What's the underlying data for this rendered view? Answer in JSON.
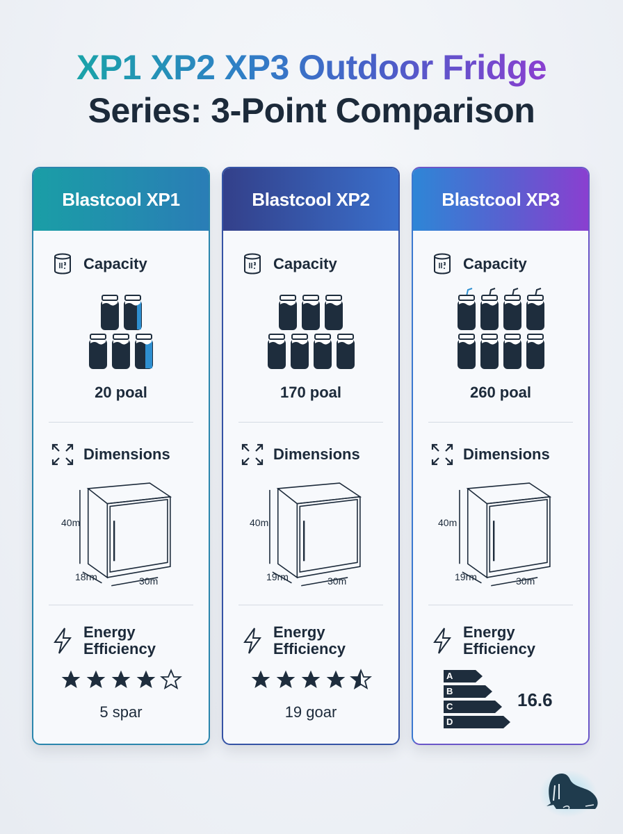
{
  "title": {
    "line1": "XP1 XP2 XP3 Outdoor Fridge",
    "line2": "Series: 3-Point Comparison"
  },
  "colors": {
    "text_dark": "#1c2a3a",
    "xp1_header": [
      "#1a9ea6",
      "#2a7db6"
    ],
    "xp2_header": [
      "#33408a",
      "#3a6fcb"
    ],
    "xp3_header": [
      "#2e86d6",
      "#8a3fd0"
    ],
    "can_fill": "#1e2d3d",
    "can_accent": "#2e8fd0"
  },
  "sections": {
    "capacity": "Capacity",
    "dimensions": "Dimensions",
    "energy_line1": "Energy",
    "energy_line2": "Efficiency"
  },
  "icons": {
    "capacity": "can-icon",
    "dimensions": "expand-arrows-icon",
    "energy": "lightning-bolt-icon",
    "logo": "walrus-logo"
  },
  "products": [
    {
      "name": "Blastcool XP1",
      "capacity": "20 poal",
      "can_rows": [
        2,
        3
      ],
      "dimensions": {
        "height": "40m",
        "depth": "18rm",
        "width": "30m"
      },
      "energy": {
        "type": "stars",
        "rating": 4,
        "max": 5,
        "label": "5 spar"
      }
    },
    {
      "name": "Blastcool XP2",
      "capacity": "170 poal",
      "can_rows": [
        3,
        4
      ],
      "dimensions": {
        "height": "40m",
        "depth": "19rm",
        "width": "30m"
      },
      "energy": {
        "type": "stars",
        "rating": 4.5,
        "max": 5,
        "label": "19 goar"
      }
    },
    {
      "name": "Blastcool XP3",
      "capacity": "260 poal",
      "can_rows": [
        4,
        4
      ],
      "dimensions": {
        "height": "40m",
        "depth": "19rm",
        "width": "30m"
      },
      "energy": {
        "type": "label",
        "classes": [
          "A",
          "B",
          "C",
          "D"
        ],
        "value": "16.6"
      }
    }
  ]
}
